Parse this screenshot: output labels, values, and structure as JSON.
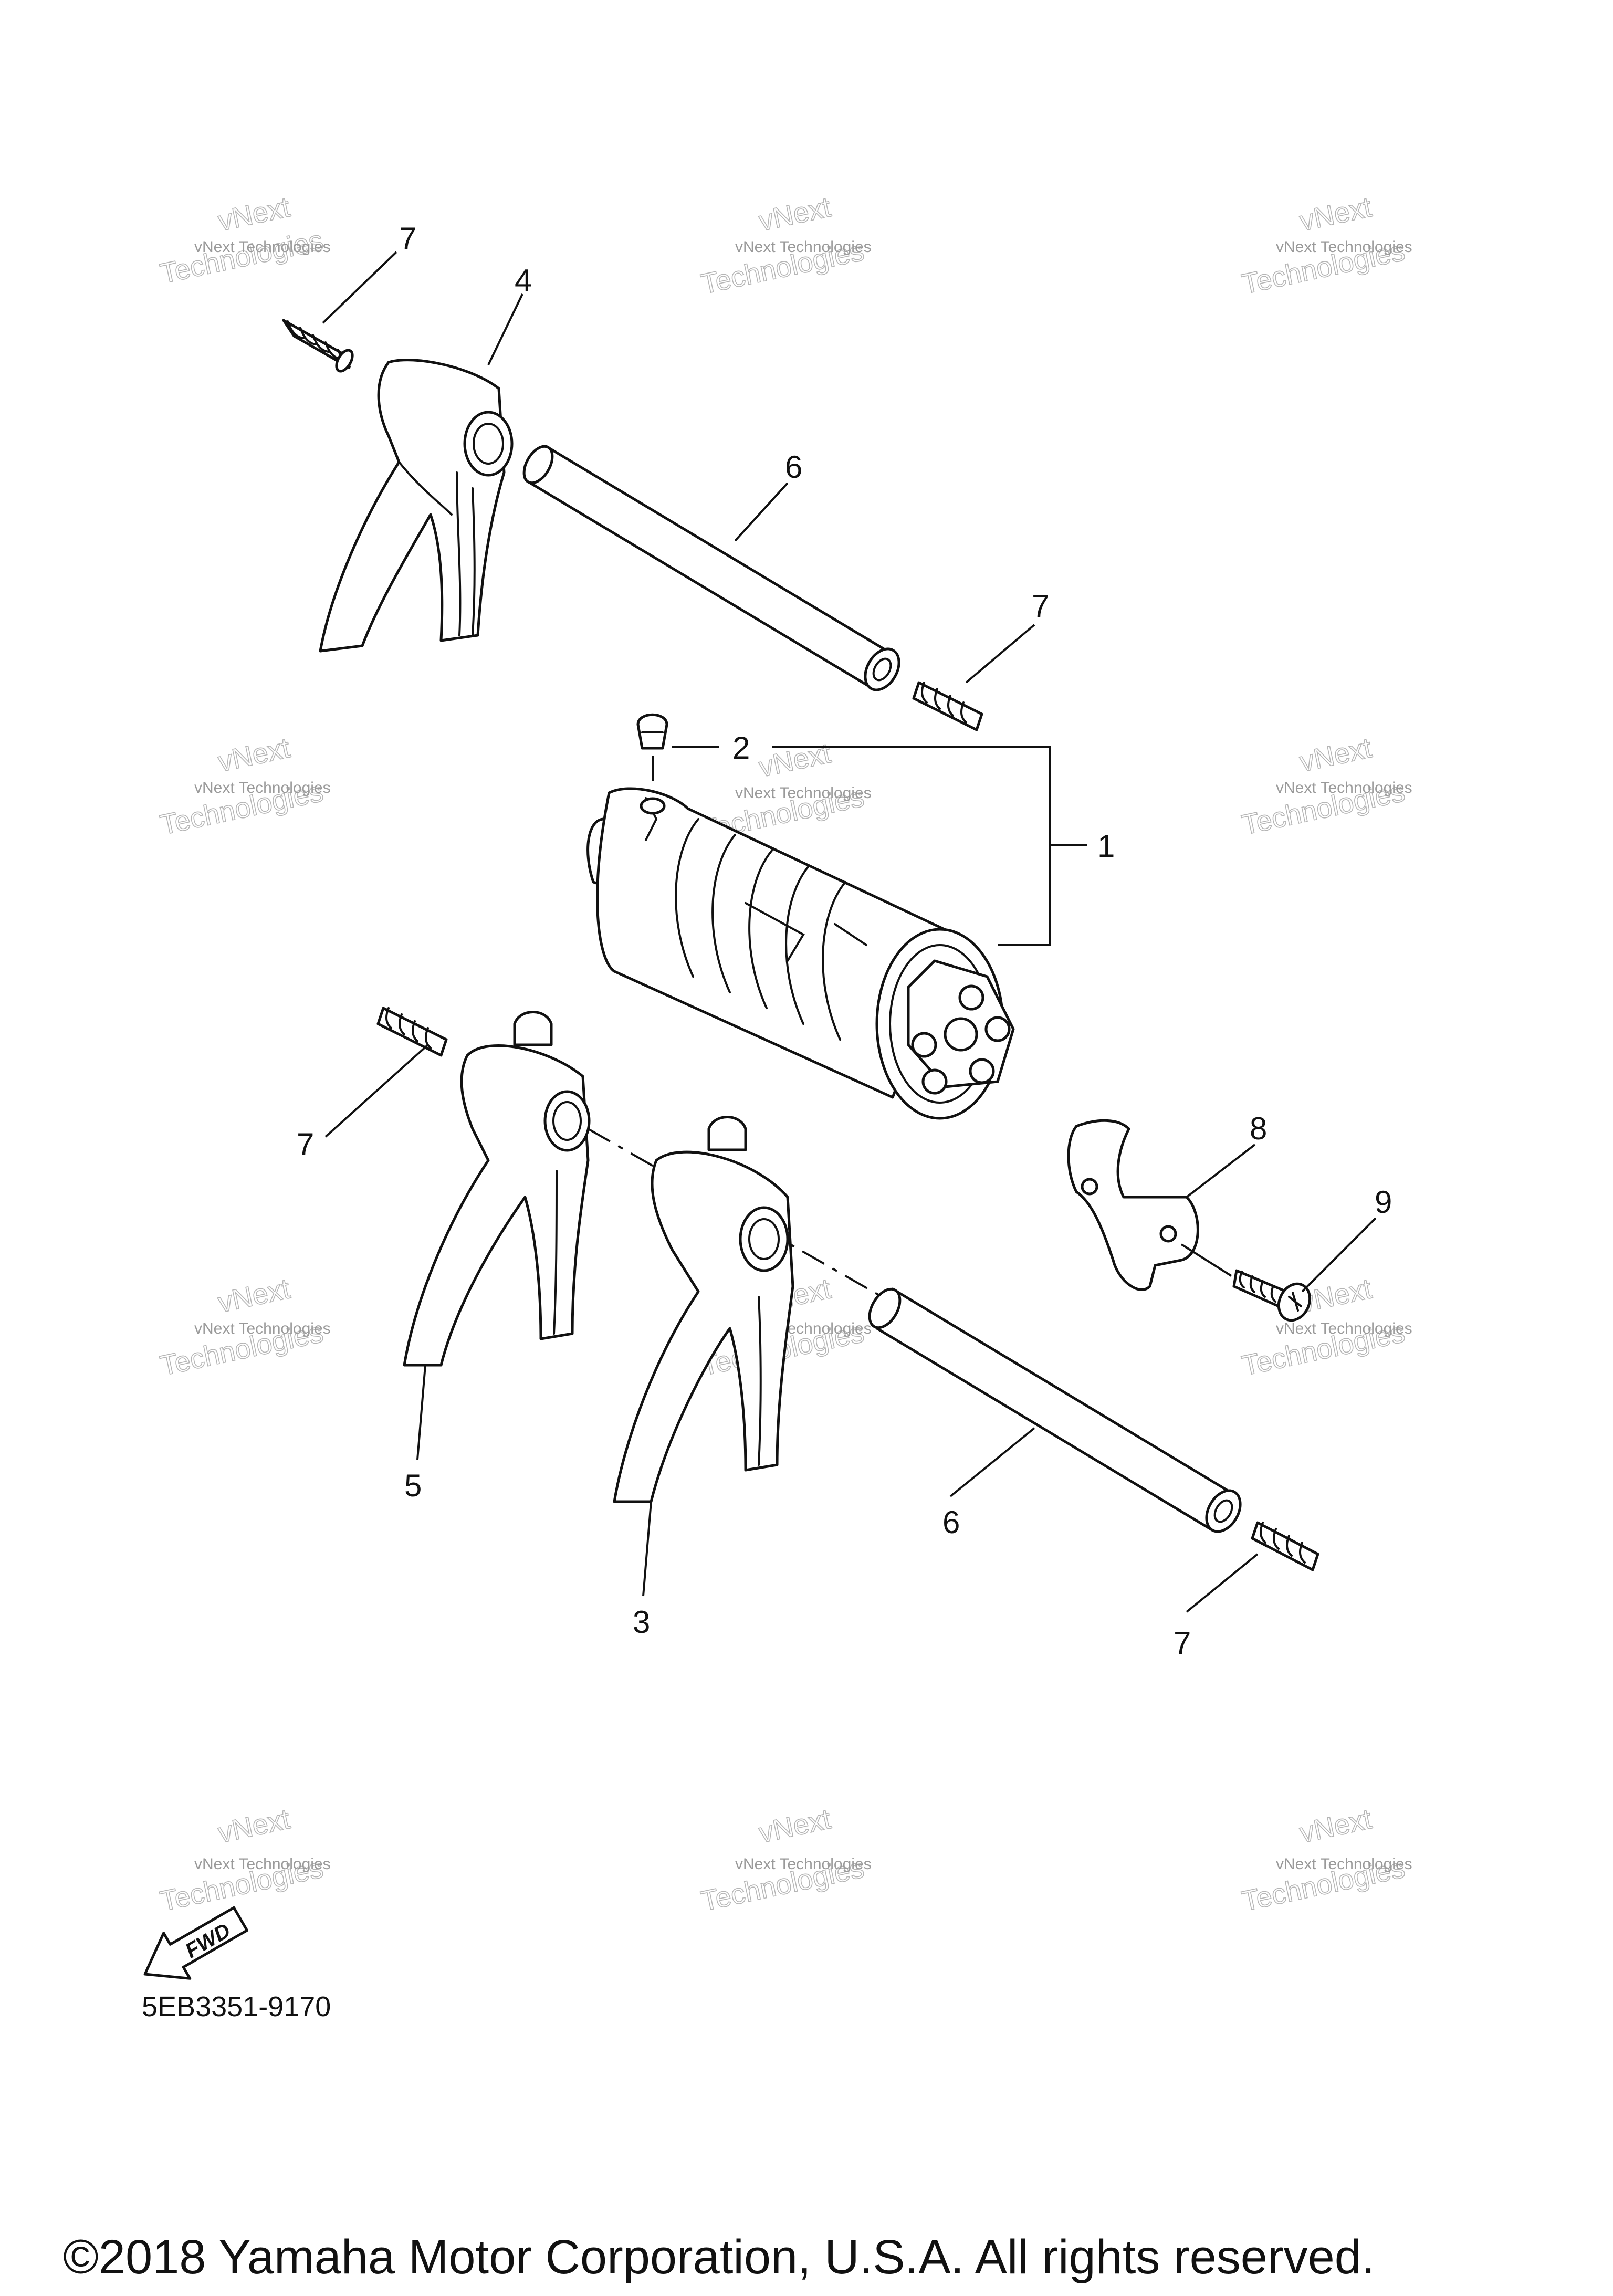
{
  "diagram": {
    "callouts": [
      {
        "id": "c7a",
        "text": "7"
      },
      {
        "id": "c4",
        "text": "4"
      },
      {
        "id": "c6a",
        "text": "6"
      },
      {
        "id": "c7b",
        "text": "7"
      },
      {
        "id": "c2",
        "text": "2"
      },
      {
        "id": "c1",
        "text": "1"
      },
      {
        "id": "c7c",
        "text": "7"
      },
      {
        "id": "c8",
        "text": "8"
      },
      {
        "id": "c9",
        "text": "9"
      },
      {
        "id": "c5",
        "text": "5"
      },
      {
        "id": "c3",
        "text": "3"
      },
      {
        "id": "c6b",
        "text": "6"
      },
      {
        "id": "c7d",
        "text": "7"
      }
    ],
    "watermark": {
      "line1": "vNext Technologies",
      "line2": "Technologies",
      "line3": "vNext"
    },
    "fwd_label": "FWD",
    "diagram_code": "5EB3351-9170"
  },
  "footer": {
    "copyright": "©2018 Yamaha Motor Corporation, U.S.A. All rights reserved."
  }
}
